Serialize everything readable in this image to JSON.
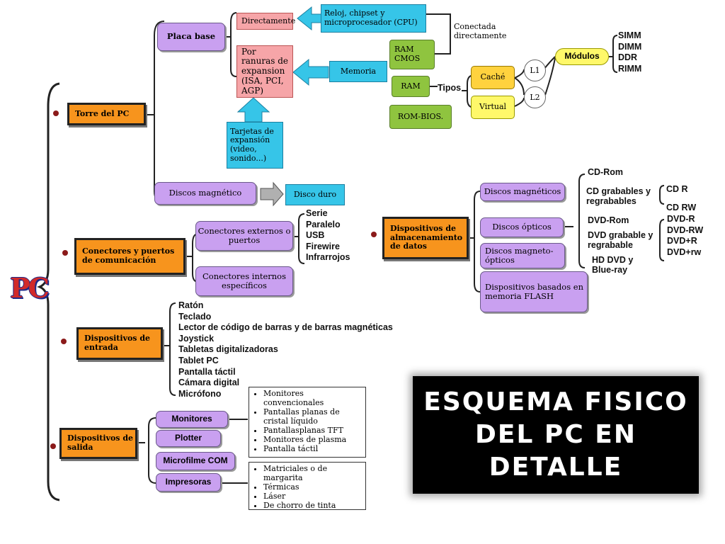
{
  "root": "PC",
  "title_lines": [
    "ESQUEMA FISICO",
    "DEL PC EN",
    "DETALLE"
  ],
  "torre": {
    "label": "Torre del PC",
    "placa_base": "Placa base",
    "directamente": "Directamente",
    "reloj": "Reloj, chipset y microprocesador (CPU)",
    "ranuras": "Por ranuras de expansion (ISA, PCI, AGP)",
    "memoria": "Memoria",
    "tarjetas": "Tarjetas de expansión (video, sonido...)",
    "conectada": "Conectada directamente",
    "ram_cmos": "RAM CMOS",
    "ram": "RAM",
    "rom_bios": "ROM-BIOS.",
    "tipos": "Tipos",
    "cache": "Caché",
    "virtual": "Virtual",
    "l1": "L1",
    "l2": "L2",
    "modulos": "Módulos",
    "modulos_list": [
      "SIMM",
      "DIMM",
      "DDR",
      "RIMM"
    ],
    "discos_magnetico": "Discos magnético",
    "disco_duro": "Disco duro"
  },
  "conectores": {
    "label": "Conectores y puertos de comunicación",
    "externos": "Conectores externos o puertos",
    "externos_list": [
      "Serie",
      "Paralelo",
      "USB",
      "Firewire",
      "Infrarrojos"
    ],
    "internos": "Conectores internos específicos"
  },
  "almacenamiento": {
    "label": "Dispositivos de almacenamiento de datos",
    "magneticos": "Discos magnéticos",
    "opticos": "Discos ópticos",
    "magneto": "Discos magneto-ópticos",
    "flash": "Dispositivos basados en memoria FLASH",
    "cd_rom": "CD-Rom",
    "cd_grabables": "CD grabables y regrabables",
    "cd_list": [
      "CD R",
      "CD RW"
    ],
    "dvd_rom": "DVD-Rom",
    "dvd_grabable": "DVD grabable y regrabable",
    "dvd_list": [
      "DVD-R",
      "DVD-RW",
      "DVD+R",
      "DVD+rw"
    ],
    "hd_dvd": "HD DVD y Blue-ray"
  },
  "entrada": {
    "label": "Dispositivos de entrada",
    "items": [
      "Ratón",
      "Teclado",
      "Lector de código de barras y de barras magnéticas",
      "Joystick",
      "Tabletas digitalizadoras",
      "Tablet PC",
      "Pantalla táctil",
      "Cámara digital",
      "Micrófono"
    ]
  },
  "salida": {
    "label": "Dispositivos de salida",
    "monitores": "Monitores",
    "plotter": "Plotter",
    "microfilme": "Microfilme COM",
    "impresoras": "Impresoras",
    "monitores_list": [
      "Monitores convencionales",
      "Pantallas planas de cristal líquido",
      "Pantallasplanas TFT",
      "Monitores de plasma",
      "Pantalla táctil"
    ],
    "impresoras_list": [
      "Matriciales o de margarita",
      "Térmicas",
      "Láser",
      "De chorro de tinta"
    ]
  }
}
